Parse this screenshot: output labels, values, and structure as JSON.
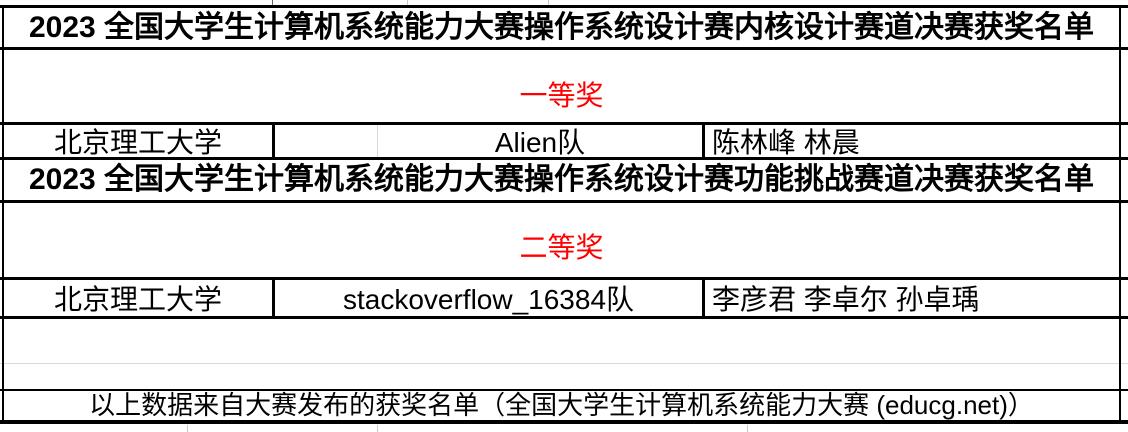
{
  "section_kernel": {
    "title": "2023 全国大学生计算机系统能力大赛操作系统设计赛内核设计赛道决赛获奖名单",
    "award_level": "一等奖",
    "winner": {
      "school": "北京理工大学",
      "team": "Alien队",
      "members": "陈林峰 林晨"
    }
  },
  "section_challenge": {
    "title": "2023 全国大学生计算机系统能力大赛操作系统设计赛功能挑战赛道决赛获奖名单",
    "award_level": "二等奖",
    "winner": {
      "school": "北京理工大学",
      "team": "stackoverflow_16384队",
      "members": "李彦君 李卓尔 孙卓瑀"
    }
  },
  "footer": {
    "note": "以上数据来自大赛发布的获奖名单（全国大学生计算机系统能力大赛 (educg.net)）"
  },
  "colors": {
    "award_text": "#ff0000",
    "border": "#000000",
    "gridline": "#d9d9d9"
  }
}
